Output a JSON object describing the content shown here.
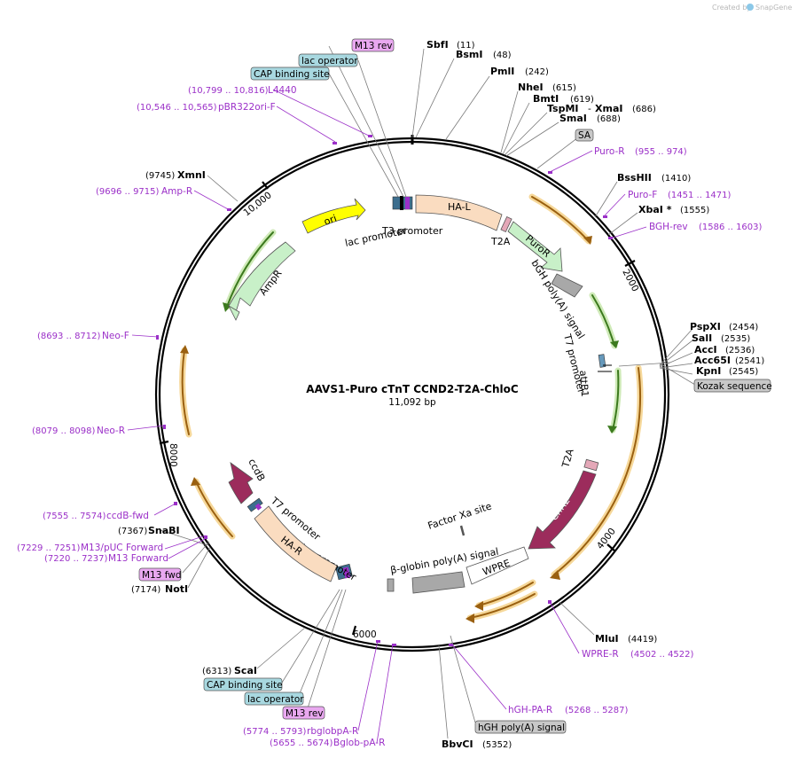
{
  "credit": {
    "created_by": "Created by",
    "brand": "SnapGene"
  },
  "plasmid": {
    "name": "AAVS1-Puro cTnT CCND2-T2A-ChloC",
    "length": "11,092 bp"
  },
  "ticks": [
    "2000",
    "4000",
    "6000",
    "8000",
    "10,000"
  ],
  "enzymes": [
    {
      "name": "SbfI",
      "pos": "(11)"
    },
    {
      "name": "BsmI",
      "pos": "(48)"
    },
    {
      "name": "PmlI",
      "pos": "(242)"
    },
    {
      "name": "NheI",
      "pos": "(615)"
    },
    {
      "name": "BmtI",
      "pos": "(619)"
    },
    {
      "name": "TspMI",
      "pos": "(686)"
    },
    {
      "name": "XmaI",
      "pos": ""
    },
    {
      "name": "SmaI",
      "pos": "(688)"
    },
    {
      "name": "BssHII",
      "pos": "(1410)"
    },
    {
      "name": "XbaI *",
      "pos": "(1555)"
    },
    {
      "name": "PspXI",
      "pos": "(2454)"
    },
    {
      "name": "SalI",
      "pos": "(2535)"
    },
    {
      "name": "AccI",
      "pos": "(2536)"
    },
    {
      "name": "Acc65I",
      "pos": "(2541)"
    },
    {
      "name": "KpnI",
      "pos": "(2545)"
    },
    {
      "name": "MluI",
      "pos": "(4419)"
    },
    {
      "name": "BbvCI",
      "pos": "(5352)"
    },
    {
      "name": "ScaI",
      "pos": "(6313)"
    },
    {
      "name": "SnaBI",
      "pos": "(7367)"
    },
    {
      "name": "NotI",
      "pos": "(7174)"
    },
    {
      "name": "XmnI",
      "pos": "(9745)"
    }
  ],
  "primers": [
    {
      "name": "L4440",
      "pos": "(10,799 .. 10,816)"
    },
    {
      "name": "pBR322ori-F",
      "pos": "(10,546 .. 10,565)"
    },
    {
      "name": "Amp-R",
      "pos": "(9696 .. 9715)"
    },
    {
      "name": "Puro-R",
      "pos": "(955 .. 974)"
    },
    {
      "name": "Puro-F",
      "pos": "(1451 .. 1471)"
    },
    {
      "name": "BGH-rev",
      "pos": "(1586 .. 1603)"
    },
    {
      "name": "Neo-F",
      "pos": "(8693 .. 8712)"
    },
    {
      "name": "Neo-R",
      "pos": "(8079 .. 8098)"
    },
    {
      "name": "ccdB-fwd",
      "pos": "(7555 .. 7574)"
    },
    {
      "name": "M13/pUC Forward",
      "pos": "(7229 .. 7251)"
    },
    {
      "name": "M13 Forward",
      "pos": "(7220 .. 7237)"
    },
    {
      "name": "WPRE-R",
      "pos": "(4502 .. 4522)"
    },
    {
      "name": "hGH-PA-R",
      "pos": "(5268 .. 5287)"
    },
    {
      "name": "rbglobpA-R",
      "pos": "(5774 .. 5793)"
    },
    {
      "name": "Bglob-pA-R",
      "pos": "(5655 .. 5674)"
    }
  ],
  "boxes": [
    {
      "text": "M13 rev",
      "color": "#e9a8f0"
    },
    {
      "text": "lac operator",
      "color": "#a8d8e0"
    },
    {
      "text": "CAP binding site",
      "color": "#a8d8e0"
    },
    {
      "text": "SA",
      "color": "#c8c8c8"
    },
    {
      "text": "Kozak sequence",
      "color": "#c8c8c8"
    },
    {
      "text": "M13 fwd",
      "color": "#e9a8f0"
    },
    {
      "text": "hGH poly(A) signal",
      "color": "#c8c8c8"
    },
    {
      "text": "CAP binding site",
      "color": "#a8d8e0"
    },
    {
      "text": "lac operator",
      "color": "#a8d8e0"
    },
    {
      "text": "M13 rev",
      "color": "#e9a8f0"
    }
  ],
  "features": {
    "ori": "ori",
    "ampr": "AmpR",
    "lac_promoter_top": "lac promoter",
    "t3_promoter": "T3 promoter",
    "ha_l": "HA-L",
    "t2a_top": "T2A",
    "puror": "PuroR",
    "bgh_polya": "bGH poly(A) signal",
    "t7_promoter_right": "T7 promoter",
    "attb1": "attB1",
    "t2a_right": "T2A",
    "chr2": "ChR2",
    "wpre": "WPRE",
    "factor_xa": "Factor Xa site",
    "beta_globin": "β-globin poly(A) signal",
    "lac_promoter_bottom": "lac promoter",
    "ha_r": "HA-R",
    "t7_promoter_left": "T7 promoter",
    "ccdb": "ccdB"
  },
  "colors": {
    "ha": "#fadcc0",
    "ori": "#ffff00",
    "ampr": "#c8f0c8",
    "puror": "#c8f0c8",
    "chr2": "#9c2c5c",
    "grey": "#a8a8a8",
    "primer": "#9b30c8",
    "orf_orange": "#e8a030",
    "orf_green": "#70b040"
  }
}
